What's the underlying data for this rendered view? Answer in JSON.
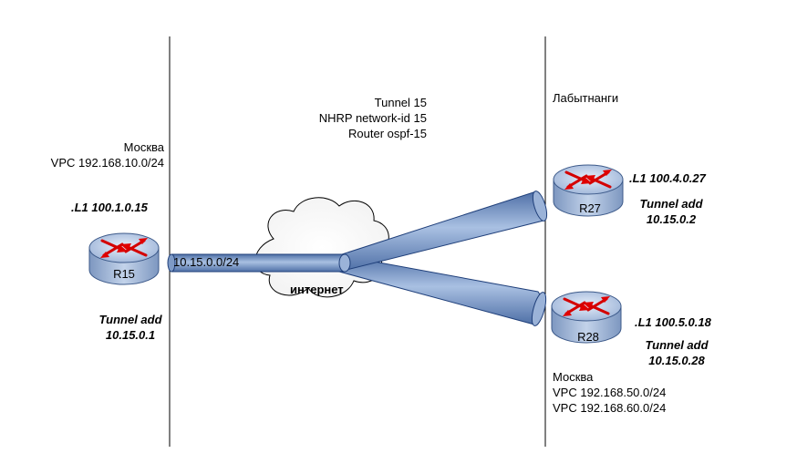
{
  "tunnel_info": [
    "Tunnel 15",
    "NHRP network-id 15",
    "Router ospf-15"
  ],
  "cloud_label": "интернет",
  "tunnel_subnet": "10.15.0.0/24",
  "left_site": {
    "city": "Москва",
    "vpc": "VPC 192.168.10.0/24"
  },
  "right_site_top": {
    "city": "Лабытнанги"
  },
  "right_site_bottom": {
    "city": "Москва",
    "vpc1": "VPC 192.168.50.0/24",
    "vpc2": "VPC 192.168.60.0/24"
  },
  "routers": {
    "r15": {
      "name": "R15",
      "l1": ".L1 100.1.0.15",
      "tunnel_label": "Tunnel add",
      "tunnel_addr": "10.15.0.1"
    },
    "r27": {
      "name": "R27",
      "l1": ".L1 100.4.0.27",
      "tunnel_label": "Tunnel add",
      "tunnel_addr": "10.15.0.2"
    },
    "r28": {
      "name": "R28",
      "l1": ".L1 100.5.0.18",
      "tunnel_label": "Tunnel add",
      "tunnel_addr": "10.15.0.28"
    }
  },
  "colors": {
    "pipe": "#6f8fbf",
    "pipe_edge": "#1f3f7a",
    "router_body": "#8fa8cc",
    "router_top": "#c9d8ee",
    "arrow": "#e00000"
  }
}
